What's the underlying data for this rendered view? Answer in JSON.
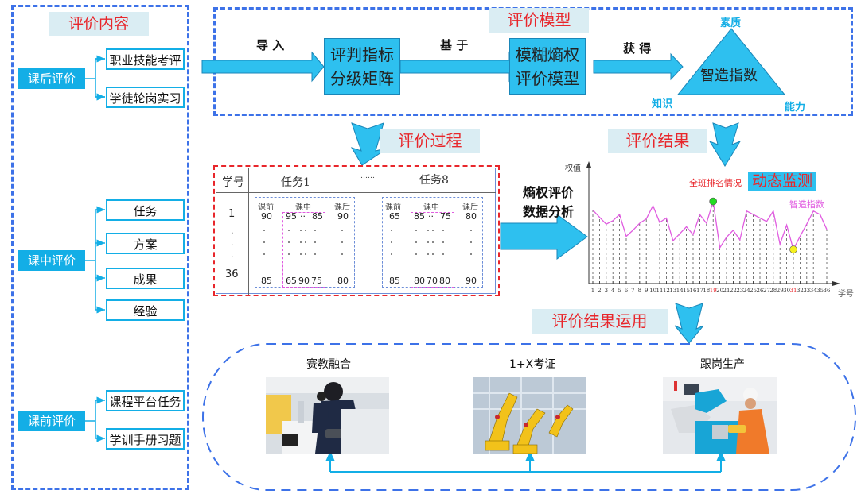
{
  "content_panel": {
    "title": "评价内容",
    "groups": [
      {
        "category": "课后评价",
        "items": [
          "职业技能考评",
          "学徒轮岗实习"
        ]
      },
      {
        "category": "课中评价",
        "items": [
          "任务",
          "方案",
          "成果",
          "经验"
        ]
      },
      {
        "category": "课前评价",
        "items": [
          "课程平台任务",
          "学训手册习题"
        ]
      }
    ]
  },
  "model_panel": {
    "title": "评价模型",
    "step1_label": "导 入",
    "box1": [
      "评判指标",
      "分级矩阵"
    ],
    "step2_label": "基 于",
    "box2": [
      "模糊熵权",
      "评价模型"
    ],
    "step3_label": "获 得",
    "triangle": {
      "center": "智造指数",
      "top": "素质",
      "left": "知识",
      "right": "能力"
    }
  },
  "process_panel": {
    "title": "评价过程",
    "table": {
      "id_header": "学号",
      "task_headers": [
        "任务1",
        "……",
        "任务8"
      ],
      "row_ids": [
        "1",
        ".",
        ".",
        ".",
        "36"
      ],
      "phase_headers": [
        "课前",
        "课中",
        "课后"
      ],
      "task1": {
        "first_row": {
          "pre": "90",
          "mid": [
            "95",
            "··",
            "85"
          ],
          "post": "90"
        },
        "last_row": {
          "pre": "85",
          "mid": [
            "65",
            "90",
            "75"
          ],
          "post": "80"
        }
      },
      "task8": {
        "first_row": {
          "pre": "65",
          "mid": [
            "85",
            "··",
            "75"
          ],
          "post": "80"
        },
        "last_row": {
          "pre": "85",
          "mid": [
            "80",
            "70",
            "80"
          ],
          "post": "90"
        }
      }
    },
    "analysis_label": [
      "熵权评价",
      "数据分析"
    ]
  },
  "result_panel": {
    "title": "评价结果",
    "ranking_label": "全班排名情况",
    "monitor_label": "动态监测",
    "series_label": "智造指数"
  },
  "chart_data": {
    "type": "line",
    "title": "",
    "xlabel": "学号",
    "ylabel": "权值",
    "x": [
      1,
      2,
      3,
      4,
      5,
      6,
      7,
      8,
      9,
      10,
      11,
      12,
      13,
      14,
      15,
      16,
      17,
      18,
      19,
      20,
      21,
      22,
      23,
      24,
      25,
      26,
      27,
      28,
      29,
      30,
      31,
      32,
      33,
      34,
      35,
      36
    ],
    "series": [
      {
        "name": "智造指数",
        "color": "#e05ce0",
        "values": [
          8.4,
          7.6,
          6.8,
          7.2,
          7.9,
          5.4,
          6.1,
          6.9,
          7.4,
          8.9,
          7.0,
          7.5,
          4.9,
          5.7,
          6.5,
          5.6,
          7.9,
          6.9,
          9.4,
          4.1,
          5.3,
          6.1,
          5.0,
          8.3,
          7.9,
          7.5,
          7.1,
          8.3,
          4.5,
          6.7,
          3.9,
          5.4,
          6.8,
          8.3,
          7.9,
          6.2
        ]
      }
    ],
    "highlights": [
      {
        "x": 19,
        "label": "max",
        "color": "#22dd22"
      },
      {
        "x": 31,
        "label": "min",
        "color": "#f5f01e"
      }
    ],
    "highlight_tick_color": "#e8262b",
    "ylim": [
      0,
      10
    ],
    "grid": "dashed vertical drop lines"
  },
  "application_panel": {
    "title": "评价结果运用",
    "items": [
      "赛教融合",
      "1+X考证",
      "跟岗生产"
    ]
  },
  "colors": {
    "accent_blue": "#13aee6",
    "dash_blue": "#3d72e8",
    "title_red": "#e8262b",
    "tag_bg": "#daedf3"
  }
}
